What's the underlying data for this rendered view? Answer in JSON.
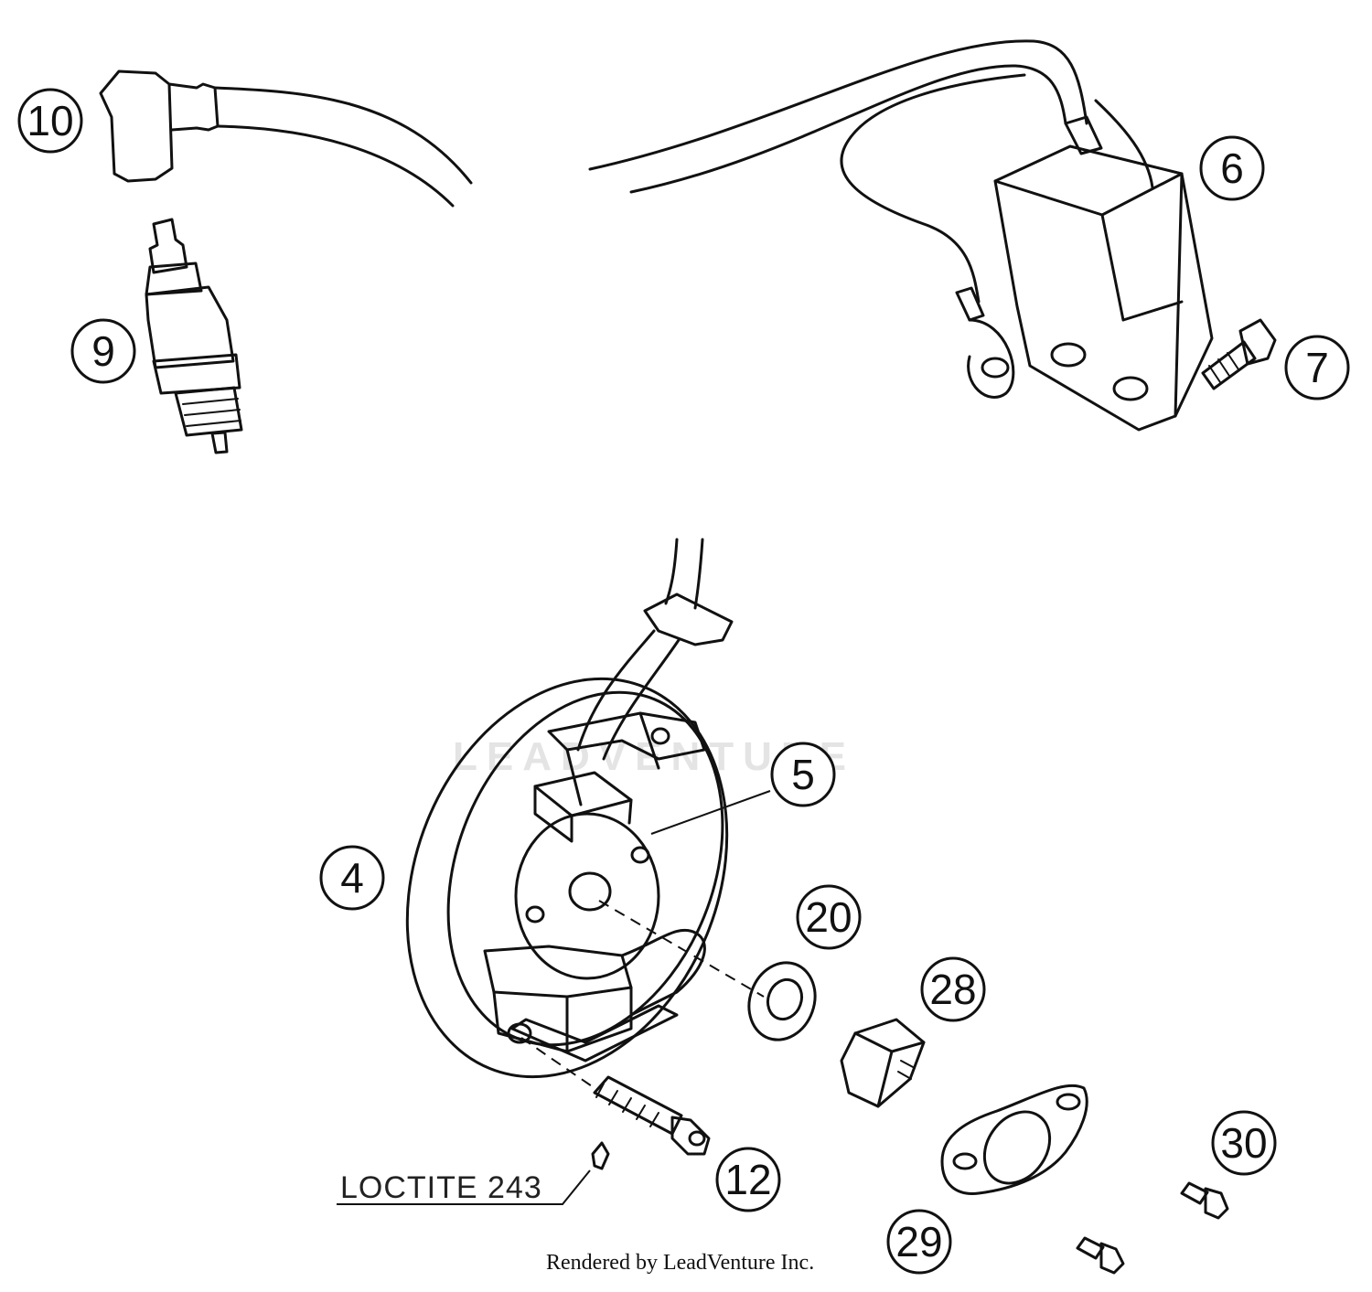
{
  "callouts": {
    "p10": "10",
    "p9": "9",
    "p6": "6",
    "p7": "7",
    "p5": "5",
    "p4": "4",
    "p20": "20",
    "p28": "28",
    "p12": "12",
    "p30": "30",
    "p29": "29"
  },
  "annotation": {
    "loctite": "LOCTITE 243"
  },
  "watermark": "LEADVENTURE",
  "credit": "Rendered by LeadVenture Inc."
}
